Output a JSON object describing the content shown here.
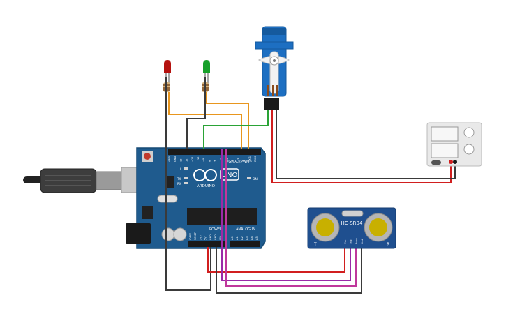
{
  "arduino": {
    "logo_text": "UNO",
    "brand_text": "ARDUINO",
    "digital_label": "DIGITAL (PWM~)",
    "power_label": "POWER",
    "analog_label": "ANALOG IN",
    "on_label": "ON",
    "led_labels": [
      "L",
      "TX",
      "RX"
    ],
    "digital_pins": [
      "AREF",
      "GND",
      "13",
      "12",
      "~11",
      "~10",
      "~9",
      "8",
      "7",
      "~6",
      "~5",
      "4",
      "~3",
      "2",
      "TX 1",
      "RX 0"
    ],
    "power_pins": [
      "IOREF",
      "RESET",
      "3V3",
      "5V",
      "GND",
      "GND",
      "VIN"
    ],
    "analog_pins": [
      "A0",
      "A1",
      "A2",
      "A3",
      "A4",
      "A5"
    ]
  },
  "sensor": {
    "model_label": "HC-SR04",
    "left_mark": "T",
    "right_mark": "R",
    "pins": [
      "Vcc",
      "Trig",
      "Echo",
      "Gnd"
    ]
  },
  "components": {
    "led_red_color": "#b5120f",
    "led_green_color": "#17a02a",
    "board_color": "#1f5b8e",
    "servo_color": "#1d6fc2"
  },
  "wires": {
    "orange": "#e8961e",
    "green": "#2aa336",
    "red": "#d11f1f",
    "black": "#3a3a3a",
    "purple": "#9a2aa8",
    "magenta": "#c0379c"
  }
}
